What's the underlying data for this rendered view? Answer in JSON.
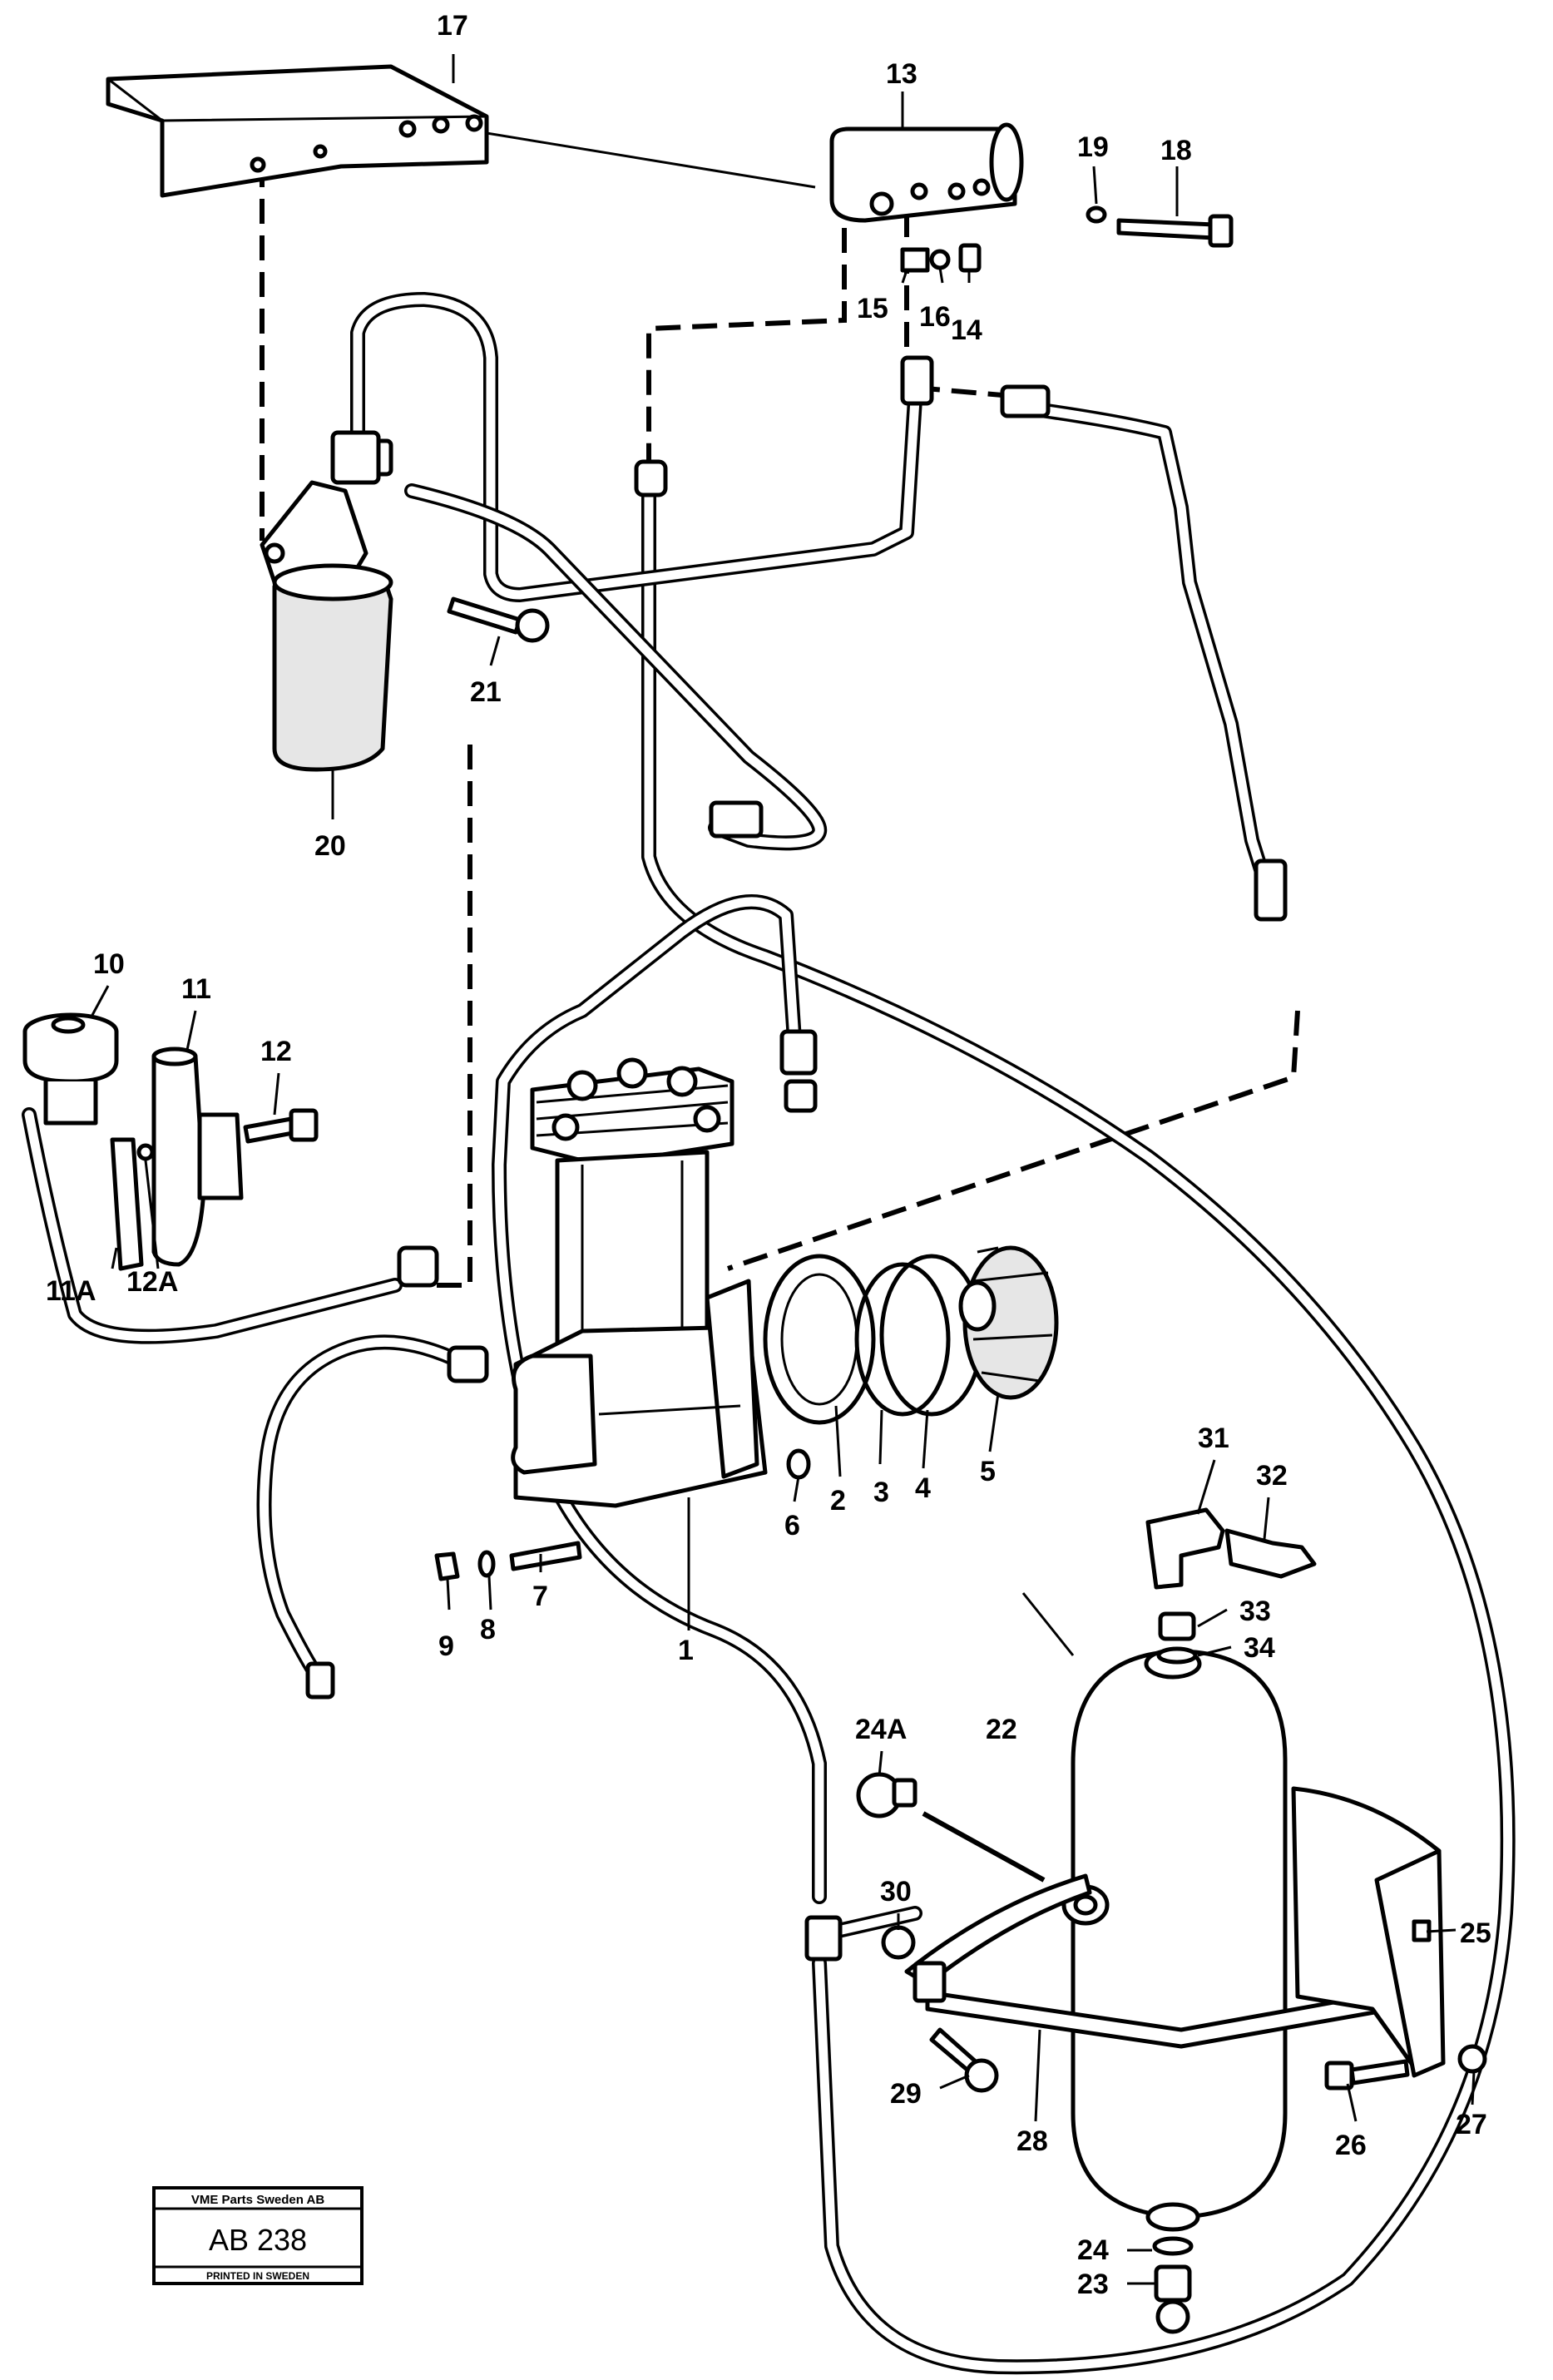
{
  "labels": {
    "p1": "1",
    "p2": "2",
    "p3": "3",
    "p4": "4",
    "p5": "5",
    "p6": "6",
    "p7": "7",
    "p8": "8",
    "p9": "9",
    "p10": "10",
    "p11": "11",
    "p11A": "11A",
    "p12": "12",
    "p12A": "12A",
    "p13": "13",
    "p14": "14",
    "p15": "15",
    "p16": "16",
    "p17": "17",
    "p18": "18",
    "p19": "19",
    "p20": "20",
    "p21": "21",
    "p22": "22",
    "p23": "23",
    "p24": "24",
    "p24A": "24A",
    "p25": "25",
    "p26": "26",
    "p27": "27",
    "p28": "28",
    "p29": "29",
    "p30": "30",
    "p31": "31",
    "p32": "32",
    "p33": "33",
    "p34": "34"
  },
  "stamp": {
    "company": "VME Parts Sweden AB",
    "code": "AB 238",
    "footer": "PRINTED IN SWEDEN"
  }
}
